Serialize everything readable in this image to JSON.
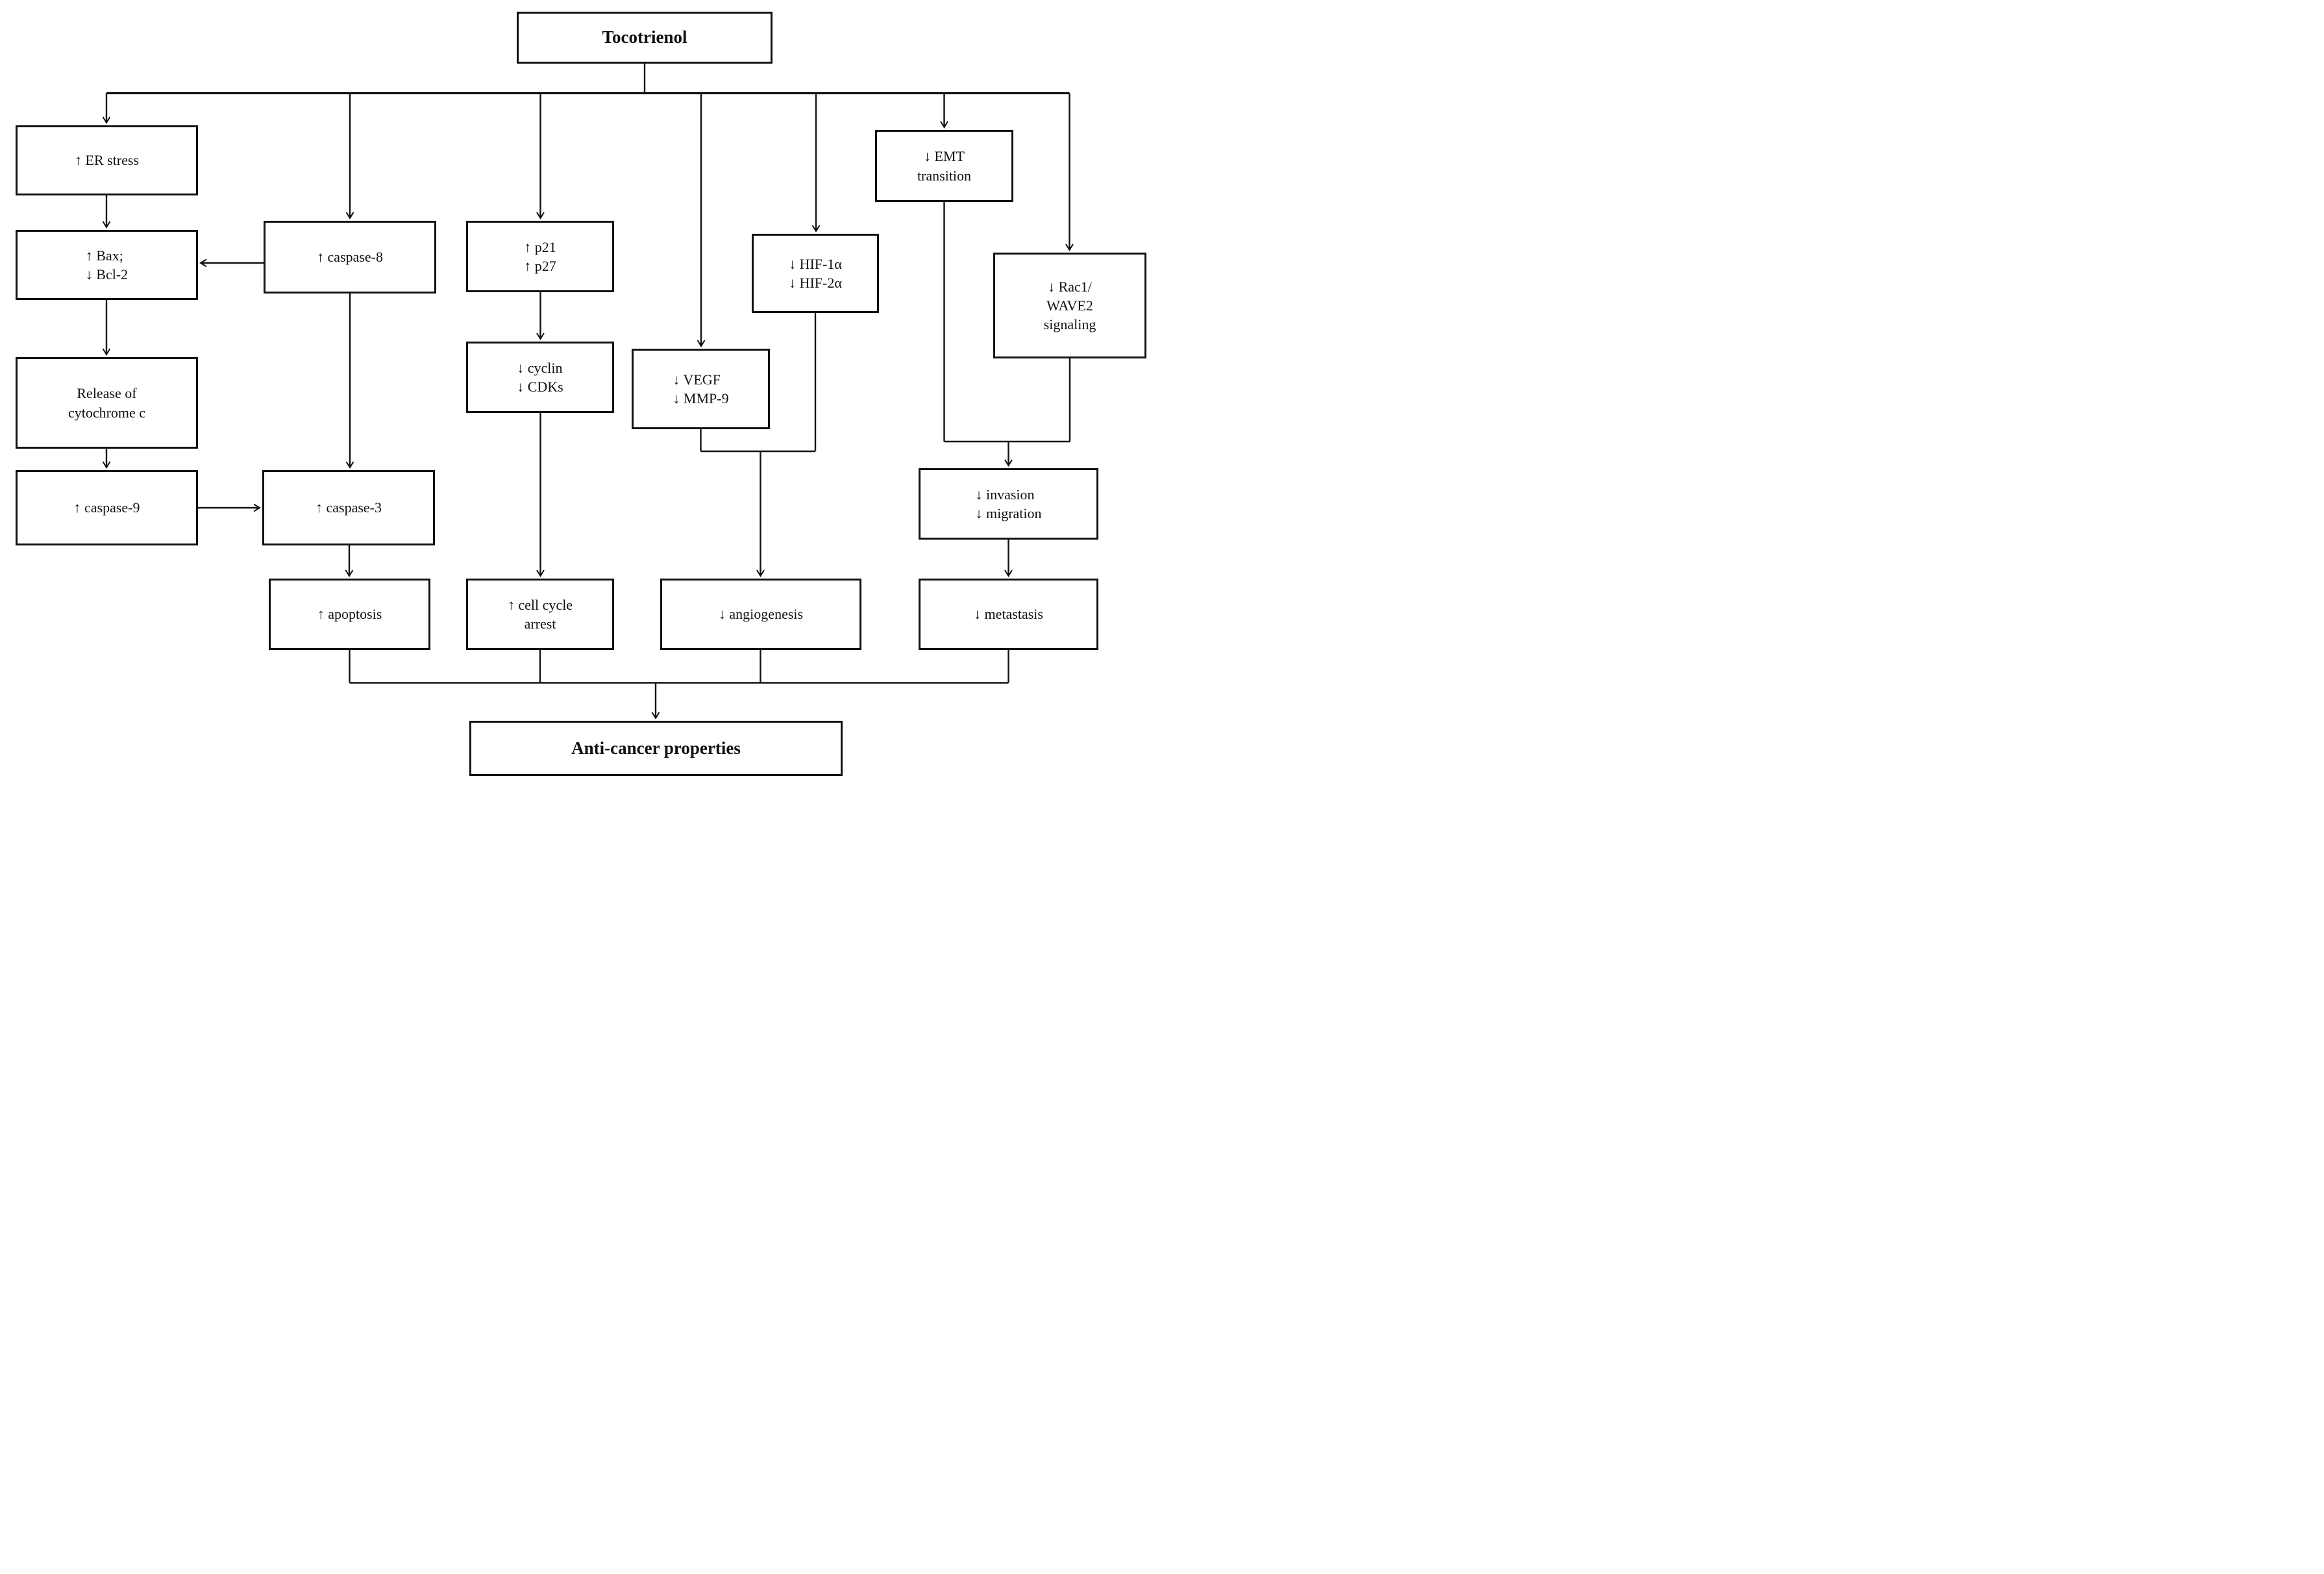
{
  "diagram": {
    "source_label": "Tocotrienol",
    "sink_label": "Anti-cancer properties",
    "line_color": "#111111",
    "background_color": "#ffffff",
    "nodes": {
      "tocotrienol": {
        "label": "Tocotrienol"
      },
      "er_stress": {
        "l1": "↑ ER stress"
      },
      "bax_bcl2": {
        "l1": "↑ Bax;",
        "l2": "↓ Bcl-2"
      },
      "cytochrome": {
        "l1": "Release of",
        "l2": "cytochrome c"
      },
      "caspase9": {
        "l1": "↑ caspase-9"
      },
      "caspase8": {
        "l1": "↑ caspase-8"
      },
      "caspase3": {
        "l1": "↑ caspase-3"
      },
      "apoptosis": {
        "l1": "↑ apoptosis"
      },
      "p21_p27": {
        "l1": "↑ p21",
        "l2": "↑ p27"
      },
      "cyclin_cdks": {
        "l1": "↓ cyclin",
        "l2": "↓ CDKs"
      },
      "cell_cycle_arrest": {
        "l1": "↑ cell cycle",
        "l2": "arrest"
      },
      "vegf_mmp9": {
        "l1": "↓ VEGF",
        "l2": "↓ MMP-9"
      },
      "hif": {
        "l1": "↓ HIF-1α",
        "l2": "↓ HIF-2α"
      },
      "angiogenesis": {
        "l1": "↓ angiogenesis"
      },
      "emt": {
        "l1": "↓ EMT",
        "l2": "transition"
      },
      "rac1_wave2": {
        "l1": "↓ Rac1/",
        "l2": "WAVE2",
        "l3": "signaling"
      },
      "invasion_migration": {
        "l1": "↓ invasion",
        "l2": "↓ migration"
      },
      "metastasis": {
        "l1": "↓ metastasis"
      },
      "anticancer": {
        "label": "Anti-cancer properties"
      }
    },
    "edges": [
      {
        "from": "tocotrienol",
        "to": "er_stress"
      },
      {
        "from": "tocotrienol",
        "to": "caspase8"
      },
      {
        "from": "tocotrienol",
        "to": "p21_p27"
      },
      {
        "from": "tocotrienol",
        "to": "vegf_mmp9"
      },
      {
        "from": "tocotrienol",
        "to": "hif"
      },
      {
        "from": "tocotrienol",
        "to": "emt"
      },
      {
        "from": "tocotrienol",
        "to": "rac1_wave2"
      },
      {
        "from": "er_stress",
        "to": "bax_bcl2"
      },
      {
        "from": "caspase8",
        "to": "bax_bcl2"
      },
      {
        "from": "bax_bcl2",
        "to": "cytochrome"
      },
      {
        "from": "cytochrome",
        "to": "caspase9"
      },
      {
        "from": "caspase9",
        "to": "caspase3"
      },
      {
        "from": "caspase8",
        "to": "caspase3"
      },
      {
        "from": "caspase3",
        "to": "apoptosis"
      },
      {
        "from": "p21_p27",
        "to": "cyclin_cdks"
      },
      {
        "from": "cyclin_cdks",
        "to": "cell_cycle_arrest"
      },
      {
        "from": "vegf_mmp9",
        "to": "angiogenesis"
      },
      {
        "from": "hif",
        "to": "angiogenesis"
      },
      {
        "from": "emt",
        "to": "invasion_migration"
      },
      {
        "from": "rac1_wave2",
        "to": "invasion_migration"
      },
      {
        "from": "invasion_migration",
        "to": "metastasis"
      },
      {
        "from": "apoptosis",
        "to": "anticancer"
      },
      {
        "from": "cell_cycle_arrest",
        "to": "anticancer"
      },
      {
        "from": "angiogenesis",
        "to": "anticancer"
      },
      {
        "from": "metastasis",
        "to": "anticancer"
      }
    ]
  }
}
